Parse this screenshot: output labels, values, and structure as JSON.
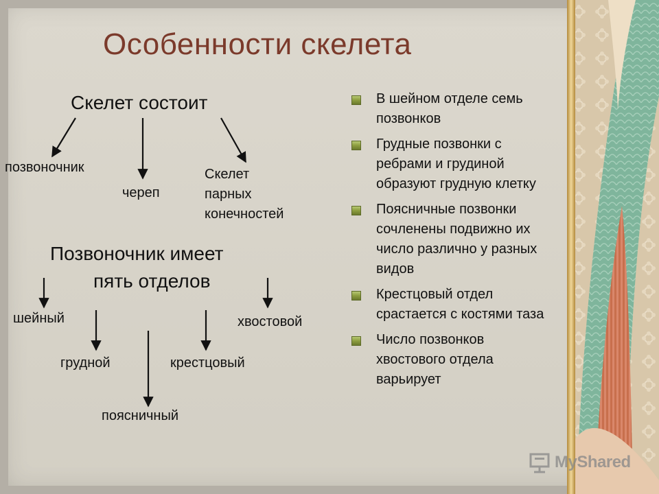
{
  "slide": {
    "title": "Особенности скелета"
  },
  "diagram": {
    "skeleton": {
      "heading": "Скелет состоит",
      "parts": {
        "spine": "позвоночник",
        "skull": "череп",
        "limbs_line1": "Скелет",
        "limbs_line2": "парных",
        "limbs_line3": "конечностей"
      }
    },
    "spine": {
      "heading_line1": "Позвоночник имеет",
      "heading_line2": "пять отделов",
      "sections": {
        "cervical": "шейный",
        "thoracic": "грудной",
        "lumbar": "поясничный",
        "sacral": "крестцовый",
        "caudal": "хвостовой"
      }
    }
  },
  "bullets": [
    "В шейном отделе семь позвонков",
    "Грудные позвонки с ребрами и грудиной образуют грудную клетку",
    "Поясничные позвонки сочленены подвижно их число различно у разных видов",
    "Крестцовый отдел срастается с костями таза",
    "Число позвонков хвостового отдела варьирует"
  ],
  "watermark": {
    "text": "MyShared",
    "icon": "presentation-board-icon"
  },
  "colors": {
    "title": "#7b3a2b",
    "background": "#d6d2c7",
    "bullet": "#8c9d3e"
  }
}
